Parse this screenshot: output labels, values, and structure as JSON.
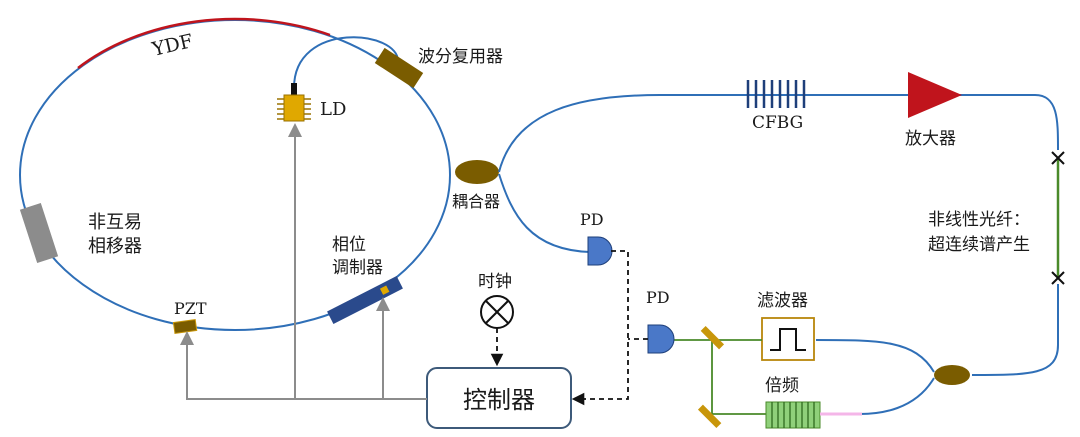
{
  "diagram": {
    "labels": {
      "ydf": "YDF",
      "wdm": "波分复用器",
      "ld": "LD",
      "coupler": "耦合器",
      "nonreciprocal_line1": "非互易",
      "nonreciprocal_line2": "相移器",
      "phase_mod_line1": "相位",
      "phase_mod_line2": "调制器",
      "pzt": "PZT",
      "clock": "时钟",
      "controller": "控制器",
      "pd_top": "PD",
      "pd_bottom": "PD",
      "cfbg": "CFBG",
      "amplifier": "放大器",
      "nonlinear_line1": "非线性光纤：",
      "nonlinear_line2": "超连续谱产生",
      "filter": "滤波器",
      "doubler": "倍频"
    },
    "colors": {
      "fiber": "#2f6fb7",
      "ydf": "#c0141c",
      "component_brown": "#7a5c00",
      "nonreciprocal": "#8c8c8c",
      "phase_mod": "#2a4a8c",
      "pd": "#4a78c8",
      "cfbg": "#1e3f7a",
      "amplifier": "#c0141c",
      "nonlinear_fiber": "#4a8a2a",
      "control_line": "#8c8c8c",
      "controller_border": "#3d5a7a",
      "filter_border": "#b8860b",
      "mirror": "#c8960a",
      "doubler_fill": "#8fd07a",
      "pink_fiber": "#f4b6e8"
    }
  }
}
